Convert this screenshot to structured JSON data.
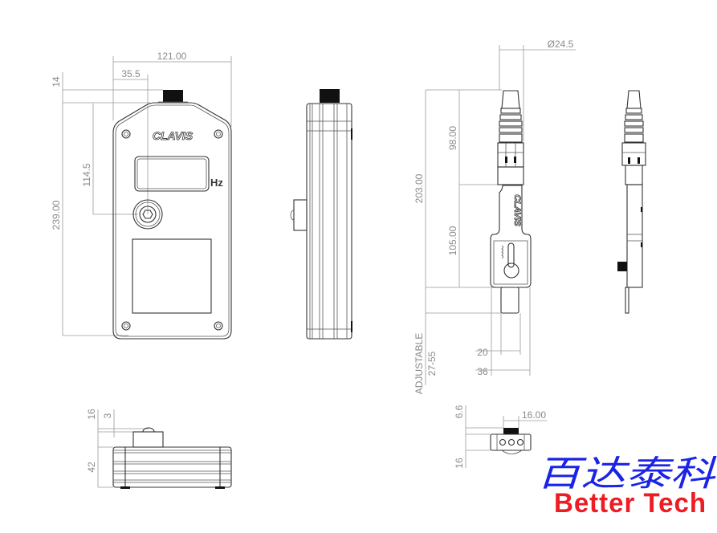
{
  "front_view": {
    "dims": {
      "width": "121.00",
      "offset": "35.5",
      "connector": "14",
      "height": "239.00",
      "knob_height": "114.5"
    },
    "brand": "CLAVIS",
    "unit_label": "Hz"
  },
  "right_view": {
    "dims": {
      "diameter": "Ø24.5",
      "total": "203.00",
      "upper": "98.00",
      "lower": "105.00",
      "inner_width": "20",
      "outer_width": "36",
      "adjustable_label": "ADJUSTABLE",
      "adjustable_range": "27-55"
    },
    "brand": "CLAVIS"
  },
  "bottom_left_view": {
    "dims": {
      "connector": "16",
      "dome": "3",
      "thickness": "42"
    }
  },
  "bottom_right_view": {
    "dims": {
      "width": "16.00",
      "connector": "6.6",
      "thickness": "16"
    }
  },
  "logo": {
    "chinese": "百达泰科",
    "english": "Better Tech"
  },
  "colors": {
    "logo_blue": "#1a23e6",
    "logo_red": "#ee1c24",
    "line": "#333333",
    "dimension": "#8a8a8a"
  }
}
